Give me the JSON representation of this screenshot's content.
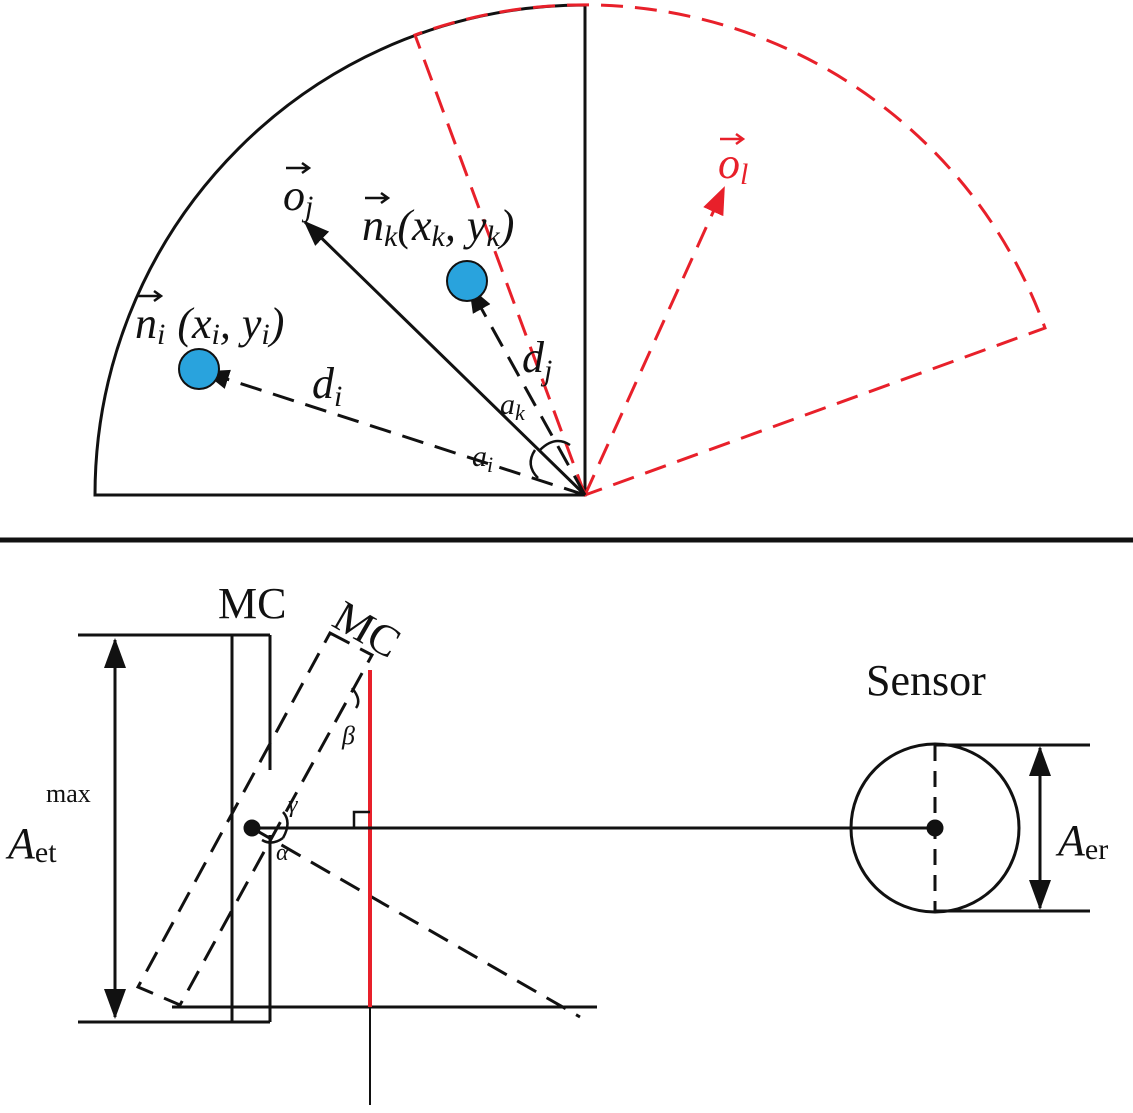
{
  "colors": {
    "red": "#e8202a",
    "dot": "#29a3dd",
    "black": "#111111"
  },
  "top": {
    "o_l": "o",
    "o_l_sub": "l",
    "o_j": "o",
    "o_j_sub": "j",
    "n_k": "n",
    "n_k_sub": "k",
    "n_k_coords": "(x",
    "n_k_x_sub": "k",
    "n_k_mid": ", y",
    "n_k_y_sub": "k",
    "n_k_close": ")",
    "n_i": "n",
    "n_i_sub": "i",
    "n_i_coords": "(x",
    "n_i_x_sub": "i",
    "n_i_mid": ", y",
    "n_i_y_sub": "i",
    "n_i_close": ")",
    "d_i": "d",
    "d_i_sub": "i",
    "d_j": "d",
    "d_j_sub": "j",
    "a_k": "a",
    "a_k_sub": "k",
    "a_i": "a",
    "a_i_sub": "i"
  },
  "bottom": {
    "mc_label": "MC",
    "mc_rotated_label": "MC",
    "sensor_label": "Sensor",
    "beta": "β",
    "gamma": "γ",
    "alpha": "α",
    "a_et": "A",
    "a_et_sub": "et",
    "a_et_sup": "max",
    "a_er": "A",
    "a_er_sub": "er"
  }
}
